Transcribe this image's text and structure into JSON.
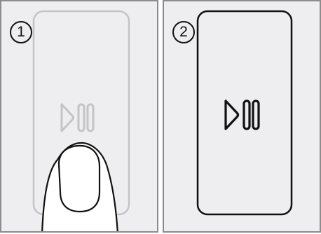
{
  "steps": [
    {
      "number": "1",
      "button_state": "inactive",
      "play_pause_icon": "play-pause-icon",
      "hand_icon": "fingertip-press-icon",
      "colors": {
        "button_outline": "#c4c4c8",
        "icon": "#c4c4c8"
      }
    },
    {
      "number": "2",
      "button_state": "active",
      "play_pause_icon": "play-pause-icon",
      "colors": {
        "button_outline": "#111111",
        "icon": "#111111"
      }
    }
  ],
  "colors": {
    "panel_bg": "#eeeef0",
    "panel_border": "#8c8c8c"
  }
}
